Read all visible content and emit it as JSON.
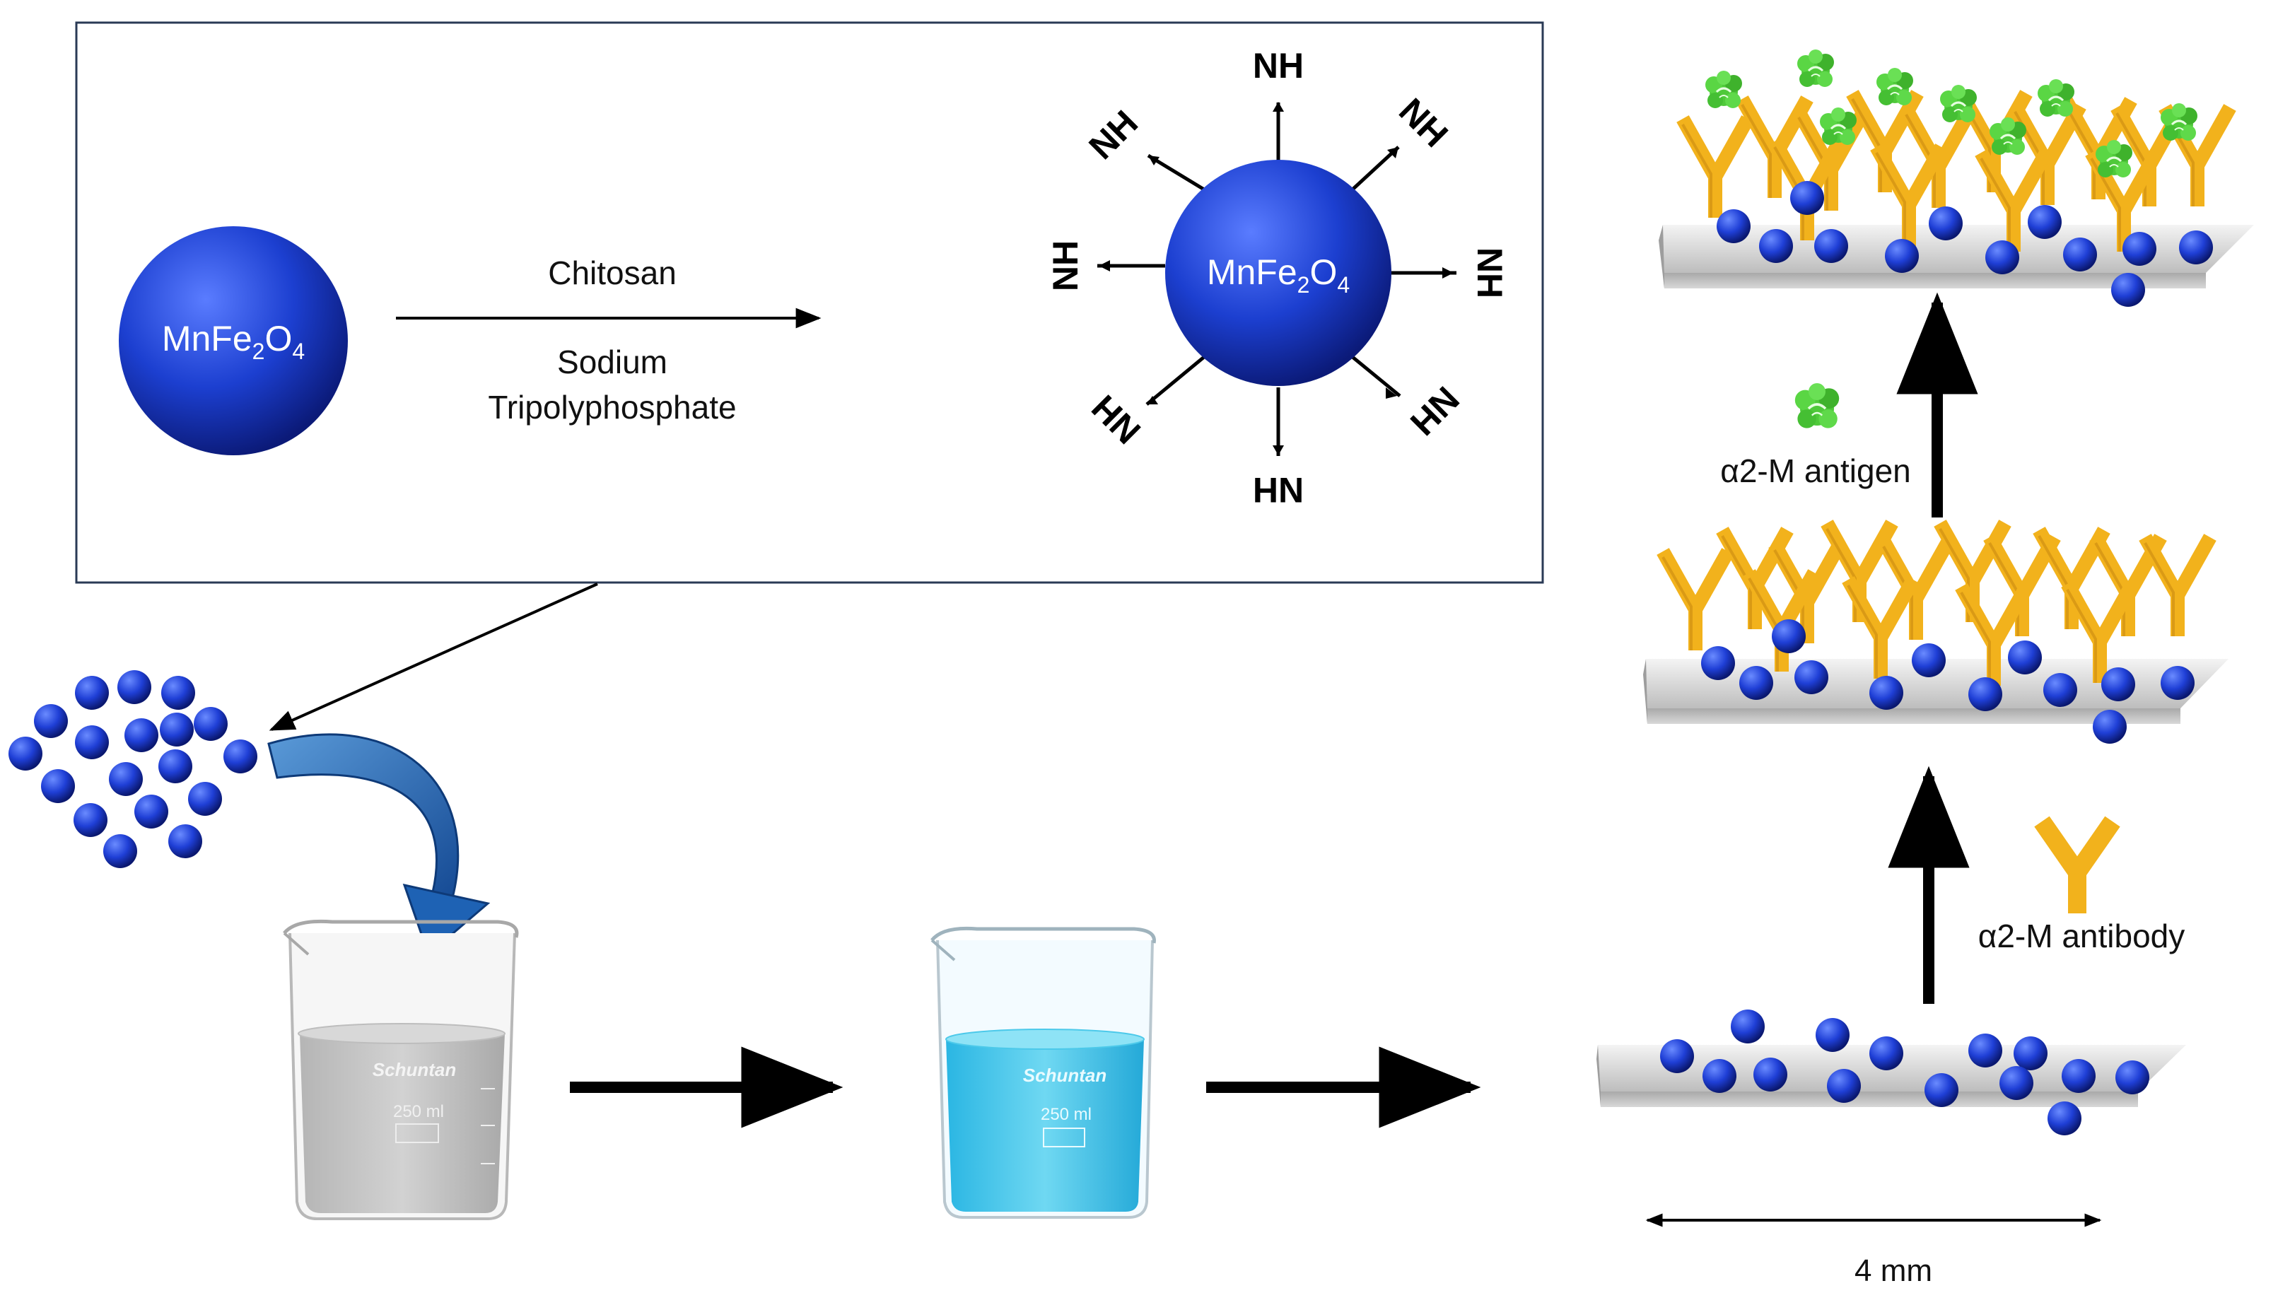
{
  "particle": {
    "name_main": "MnFe",
    "sub1": "2",
    "mid": "O",
    "sub2": "4"
  },
  "synthesis": {
    "reagent_1": "Chitosan",
    "reagent_2_line1": "Sodium",
    "reagent_2_line2": "Tripolyphosphate"
  },
  "amine_labels": [
    "NH",
    "NH",
    "NH",
    "NH",
    "NH",
    "NH",
    "NH",
    "NH"
  ],
  "labels": {
    "antigen": "α2-M antigen",
    "antibody": "α2-M antibody",
    "scale": "4 mm"
  },
  "beaker": {
    "brand": "Schuntan",
    "volume": "250 ml"
  },
  "colors": {
    "sphere": "#1c3fd0",
    "sphere_dark": "#0c1f86",
    "antibody": "#f2b21c",
    "antigen": "#4fc93a",
    "clear_liquid": "#c4c4c4",
    "blue_liquid": "#4cc9ea",
    "curved_arrow": "#1e62b4"
  }
}
